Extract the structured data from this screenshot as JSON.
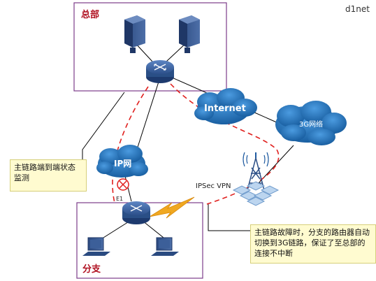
{
  "watermark": "d1net",
  "hq": {
    "title": "总部"
  },
  "branch": {
    "title": "分支"
  },
  "clouds": {
    "internet": "Internet",
    "ip": "IP网",
    "g3": "3G网络"
  },
  "labels": {
    "interface": "E1",
    "vpn": "IPSec VPN"
  },
  "callouts": {
    "monitor": "主链路端到端状态监测",
    "failover": "主链路故障时，分支的路由器自动切换到3G链路，保证了至总部的连接不中断"
  },
  "colors": {
    "box_border": "#7d3c8a",
    "cloud": "#1f6fb3",
    "dashed_path": "#e0201e",
    "router": "#2a4f86",
    "callout_bg": "#fffbd0"
  }
}
